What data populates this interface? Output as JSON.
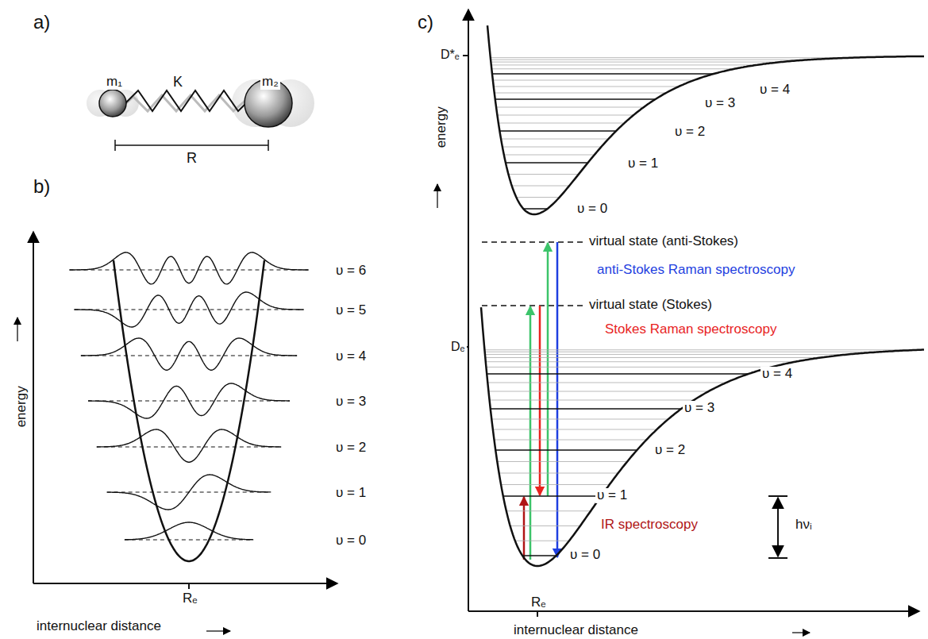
{
  "diagram": {
    "labels": [
      "a)",
      "m₁",
      "K",
      "m₂",
      "R",
      "b)",
      "energy",
      "υ = 6",
      "υ = 5",
      "υ = 4",
      "υ = 3",
      "υ = 2",
      "υ = 1",
      "υ = 0",
      "Rₑ",
      "internuclear distance",
      "c)",
      "D*ₑ",
      "υ = 4",
      "υ = 3",
      "υ = 2",
      "υ = 1",
      "υ = 0",
      "energy",
      "virtual state (anti-Stokes)",
      "anti-Stokes Raman spectroscopy",
      "virtual state (Stokes)",
      "Stokes Raman spectroscopy",
      "Dₑ",
      "υ = 4",
      "υ = 3",
      "υ = 2",
      "υ = 1",
      "υ = 0",
      "IR spectroscopy",
      "hνᵢ",
      "Rₑ",
      "internuclear distance"
    ]
  }
}
